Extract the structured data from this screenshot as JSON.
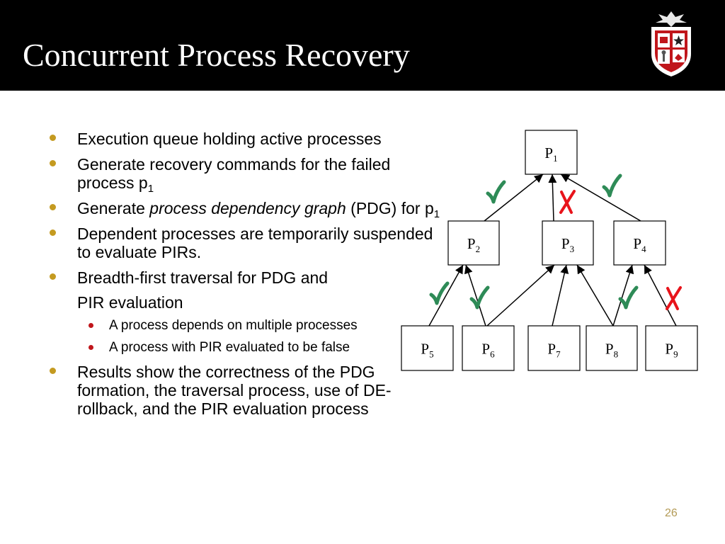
{
  "slide": {
    "title": "Concurrent Process Recovery",
    "page_number": "26",
    "accent_bullet_color": "#c49a20",
    "sub_bullet_color": "#c0161b",
    "check_color": "#2e8b57",
    "cross_color": "#e8141b"
  },
  "bullets": [
    {
      "text": "Execution queue holding active processes"
    },
    {
      "text": "Generate recovery commands for the failed process p",
      "sub": "1"
    },
    {
      "pre": "Generate ",
      "em": "process dependency graph",
      "post": " (PDG) for p",
      "sub": "1"
    },
    {
      "text": "Dependent processes are temporarily suspended to evaluate PIRs."
    },
    {
      "text": "Breadth-first traversal for PDG and",
      "cont": "PIR evaluation",
      "subitems": [
        "A process depends on multiple processes",
        "A process with PIR evaluated to be false"
      ]
    },
    {
      "text": "Results show the correctness of the PDG formation, the traversal process, use of DE-rollback, and the PIR evaluation process"
    }
  ],
  "graph": {
    "nodes": [
      {
        "id": "p1",
        "label": "P",
        "sub": "1"
      },
      {
        "id": "p2",
        "label": "P",
        "sub": "2"
      },
      {
        "id": "p3",
        "label": "P",
        "sub": "3"
      },
      {
        "id": "p4",
        "label": "P",
        "sub": "4"
      },
      {
        "id": "p5",
        "label": "P",
        "sub": "5"
      },
      {
        "id": "p6",
        "label": "P",
        "sub": "6"
      },
      {
        "id": "p7",
        "label": "P",
        "sub": "7"
      },
      {
        "id": "p8",
        "label": "P",
        "sub": "8"
      },
      {
        "id": "p9",
        "label": "P",
        "sub": "9"
      }
    ],
    "edges": [
      {
        "from": "p2",
        "to": "p1",
        "mark": "check"
      },
      {
        "from": "p3",
        "to": "p1",
        "mark": "cross"
      },
      {
        "from": "p4",
        "to": "p1",
        "mark": "check"
      },
      {
        "from": "p5",
        "to": "p2",
        "mark": "check"
      },
      {
        "from": "p6",
        "to": "p2",
        "mark": "check"
      },
      {
        "from": "p6",
        "to": "p3",
        "mark": "none"
      },
      {
        "from": "p7",
        "to": "p3",
        "mark": "none"
      },
      {
        "from": "p8",
        "to": "p3",
        "mark": "none"
      },
      {
        "from": "p8",
        "to": "p4",
        "mark": "check"
      },
      {
        "from": "p9",
        "to": "p4",
        "mark": "cross"
      }
    ]
  }
}
